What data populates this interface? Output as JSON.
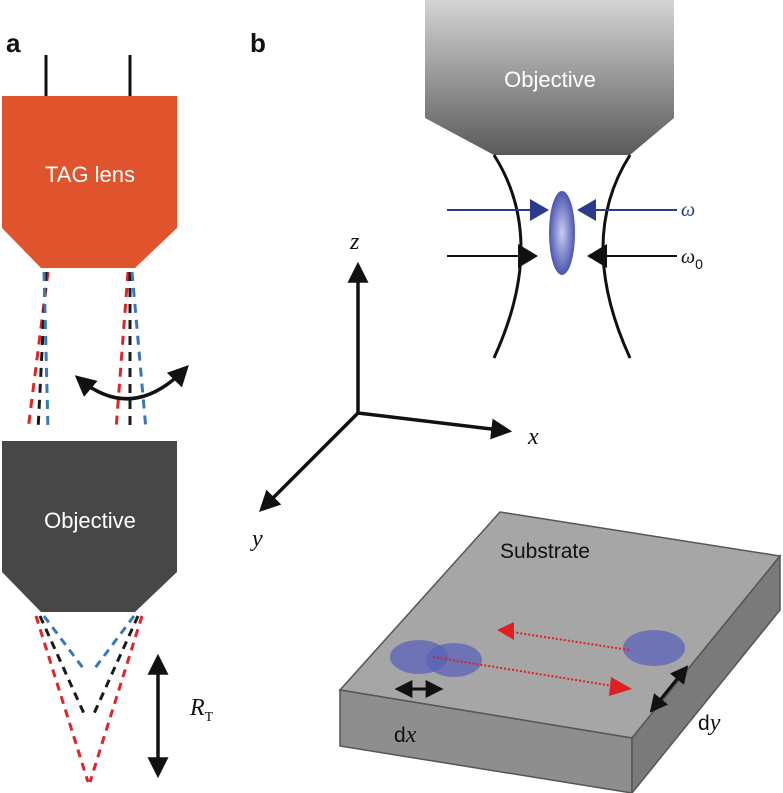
{
  "panels": {
    "a": "a",
    "b": "b"
  },
  "panel_a": {
    "tag_lens_label": "TAG lens",
    "objective_label": "Objective",
    "range_label_main": "R",
    "range_label_sub": "T"
  },
  "panel_b": {
    "objective_label": "Objective",
    "omega_label": "ω",
    "omega0_main": "ω",
    "omega0_sub": "0",
    "axis_z": "z",
    "axis_x": "x",
    "axis_y": "y",
    "substrate_label": "Substrate",
    "dx_prefix": "d",
    "dx_var": "x",
    "dy_prefix": "d",
    "dy_var": "y"
  },
  "colors": {
    "tag_lens": "#e0542d",
    "objective_dark": "#474747",
    "beam_red": "#e0242b",
    "beam_blue": "#3a78b8",
    "beam_black": "#1a1a1a",
    "omega_blue": "#2c3a8c",
    "spot_blue": "#5a62b8",
    "substrate_top": "#a6a6a6",
    "substrate_side": "#8e8e8e",
    "scan_arrow": "#e02020"
  }
}
